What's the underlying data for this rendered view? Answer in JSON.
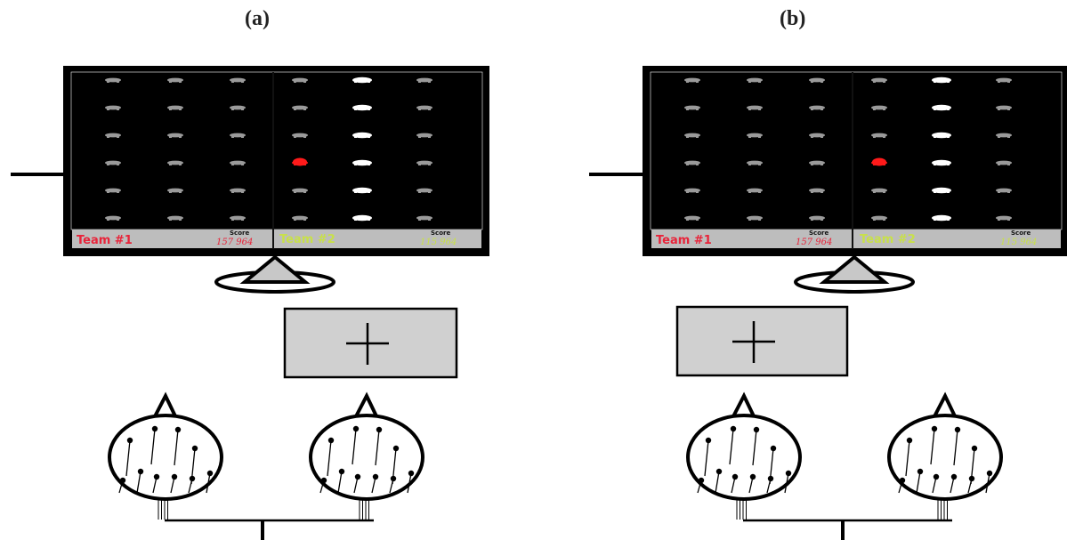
{
  "panels": [
    {
      "label": "(a)",
      "scoreboard": {
        "team1": {
          "name": "Team #1",
          "score_header": "Score",
          "score": "157 964"
        },
        "team2": {
          "name": "Team #2",
          "score_header": "Score",
          "score": "115 964"
        }
      }
    },
    {
      "label": "(b)",
      "scoreboard": {
        "team1": {
          "name": "Team #1",
          "score_header": "Score",
          "score": "157 964"
        },
        "team2": {
          "name": "Team #2",
          "score_header": "Score",
          "score": "115 964"
        }
      }
    }
  ],
  "colors": {
    "team1": "#e8243a",
    "team2": "#c8e04a",
    "screen_bg": "#000000",
    "scorebar_bg": "#bdbdbd",
    "cue_box": "#d0d0d0",
    "target_invader": "#ff1a1a"
  },
  "invader_grid": {
    "rows": 6,
    "cols": 6,
    "highlighted": {
      "row": 3,
      "col": 3
    },
    "bright_column": 4
  }
}
